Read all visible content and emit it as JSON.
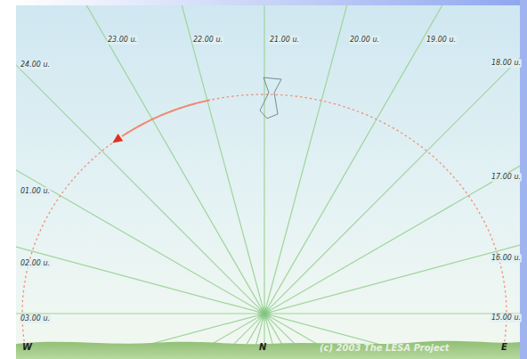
{
  "diagram": {
    "labels": [
      "23.00 u.",
      "22.00 u.",
      "21.00 u.",
      "20.00 u.",
      "19.00 u.",
      "18.00 u.",
      "24.00 u.",
      "17.00 u.",
      "01.00 u.",
      "16.00 u.",
      "02.00 u.",
      "15.00 u.",
      "03.00 u.",
      "W",
      "N",
      "(c) 2003  The LESA Project",
      "E"
    ]
  }
}
